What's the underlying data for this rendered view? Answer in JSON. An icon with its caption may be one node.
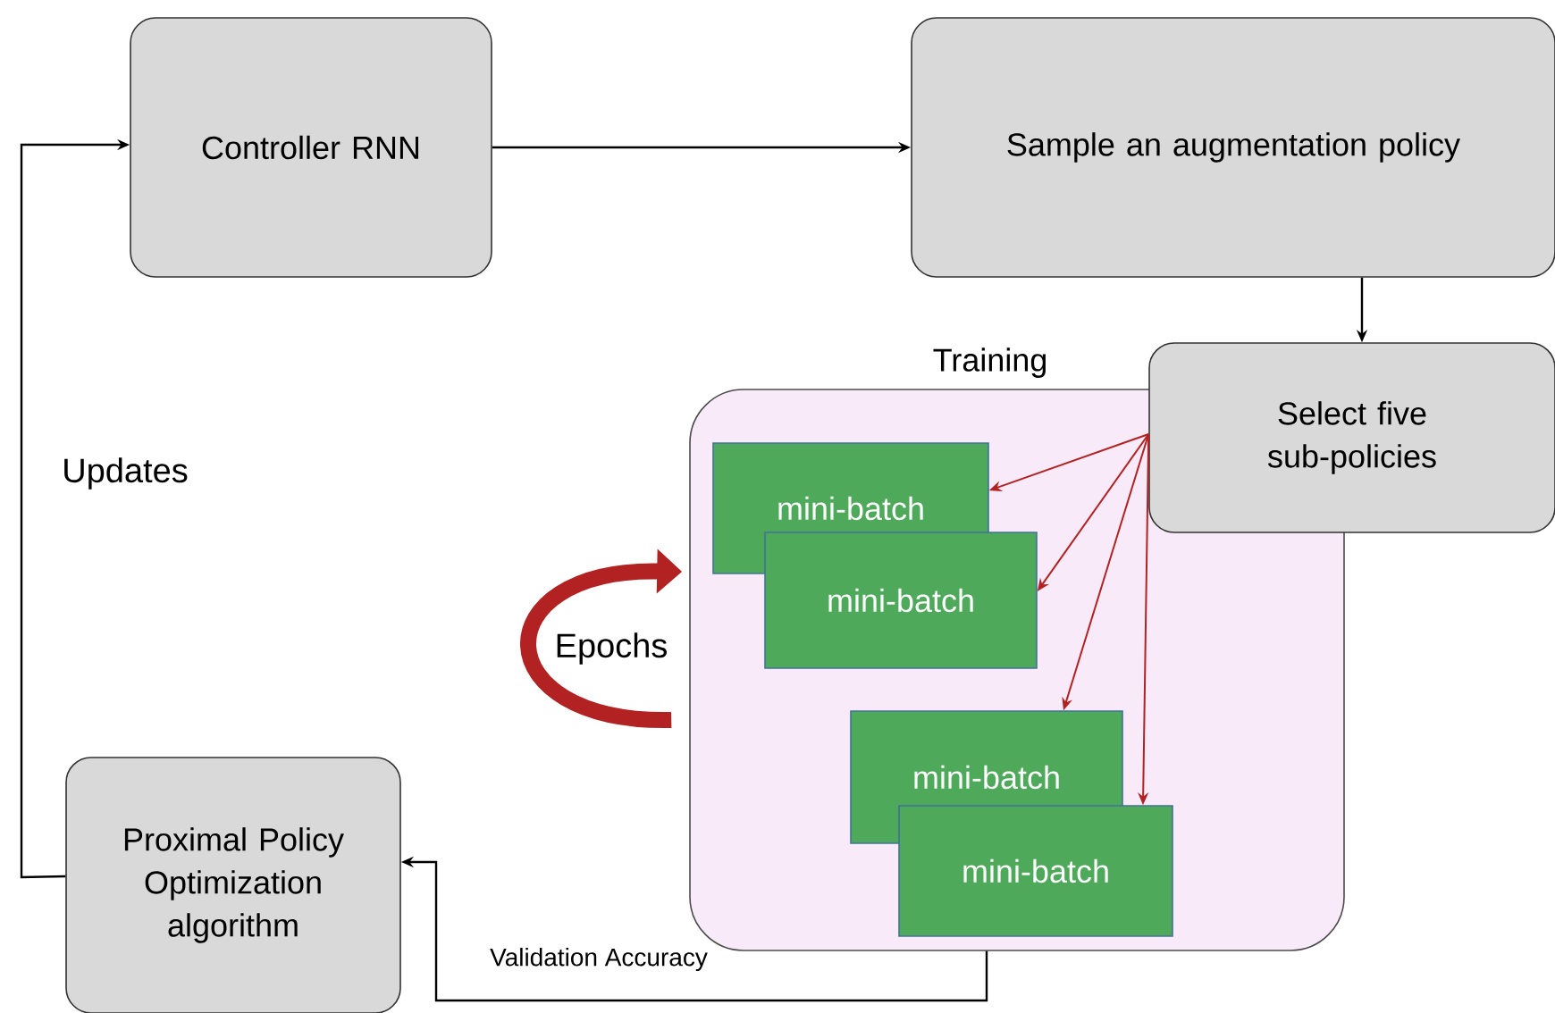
{
  "diagram": {
    "nodes": [
      {
        "text": [
          "Controller RNN"
        ]
      },
      {
        "text": [
          "Sample an augmentation policy"
        ]
      },
      {
        "text": [
          "Select five sub-policies"
        ]
      },
      {
        "text": [
          "Training"
        ]
      },
      {
        "text": [
          "mini-batch"
        ],
        "in": 3
      },
      {
        "text": [
          "mini-batch"
        ],
        "in": 3
      },
      {
        "text": [
          "mini-batch"
        ],
        "in": 3
      },
      {
        "text": [
          "mini-batch"
        ],
        "in": 3
      },
      {
        "text": [
          "Proximal Policy Optimization algorithm"
        ]
      }
    ],
    "edges": [
      {
        "from": 0,
        "to": 1,
        "arrow": "to",
        "color": "#000000"
      },
      {
        "from": 1,
        "to": 2,
        "arrow": "to",
        "color": "#000000"
      },
      {
        "from": 2,
        "to": 4,
        "arrow": "to",
        "color": "#b22222"
      },
      {
        "from": 2,
        "to": 5,
        "arrow": "to",
        "color": "#b22222"
      },
      {
        "from": 2,
        "to": 6,
        "arrow": "to",
        "color": "#b22222"
      },
      {
        "from": 2,
        "to": 7,
        "arrow": "to",
        "color": "#b22222"
      },
      {
        "from": null,
        "to": 3,
        "arrow": "to",
        "label": "Epochs",
        "style": "thick",
        "color": "#b22222"
      },
      {
        "from": 3,
        "to": 8,
        "arrow": "to",
        "label": "Validation Accuracy",
        "color": "#000000"
      },
      {
        "from": 8,
        "to": 0,
        "arrow": "to",
        "label": "Updates",
        "color": "#000000"
      }
    ]
  }
}
